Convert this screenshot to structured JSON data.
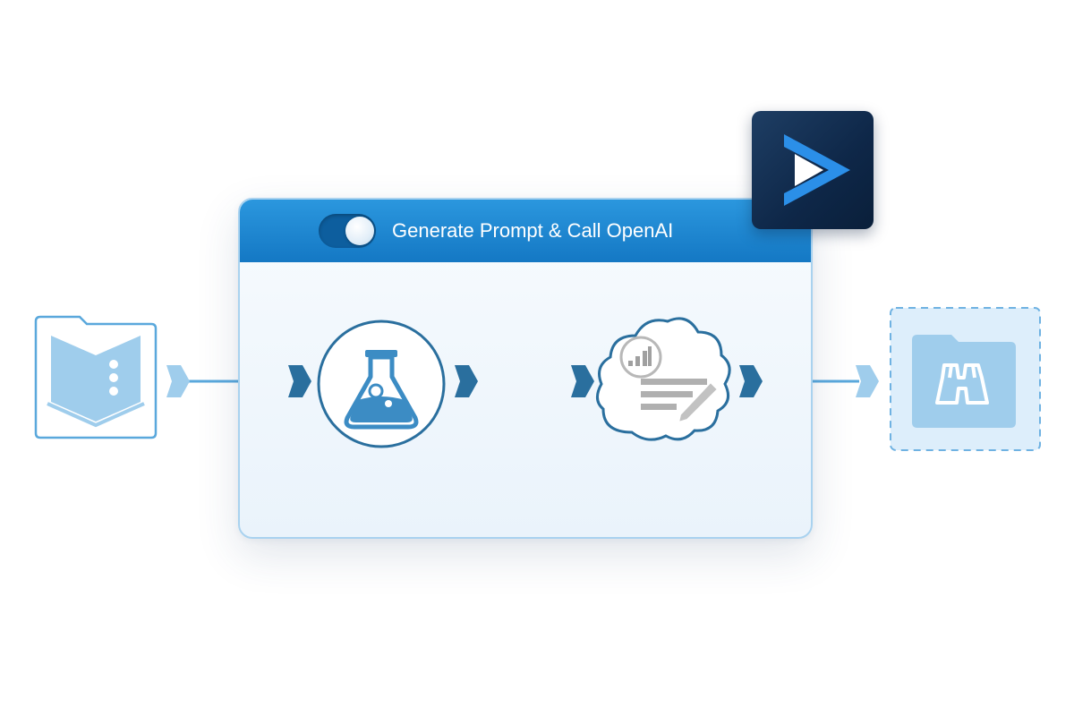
{
  "container": {
    "title": "Generate Prompt & Call OpenAI",
    "enabled": true
  },
  "tools": [
    {
      "icon": "book-icon",
      "role": "input"
    },
    {
      "icon": "flask-icon",
      "role": "formula"
    },
    {
      "icon": "cloud-text-icon",
      "role": "openai-connector"
    },
    {
      "icon": "binoculars-icon",
      "role": "browse-output"
    }
  ],
  "colors": {
    "header_blue": "#1a85d0",
    "anchor_dark": "#2a6f9e",
    "anchor_light": "#9fcdec",
    "tool_blue": "#3c8cc4",
    "logo_navy": "#0e2748",
    "logo_accent": "#2b8fe8"
  }
}
